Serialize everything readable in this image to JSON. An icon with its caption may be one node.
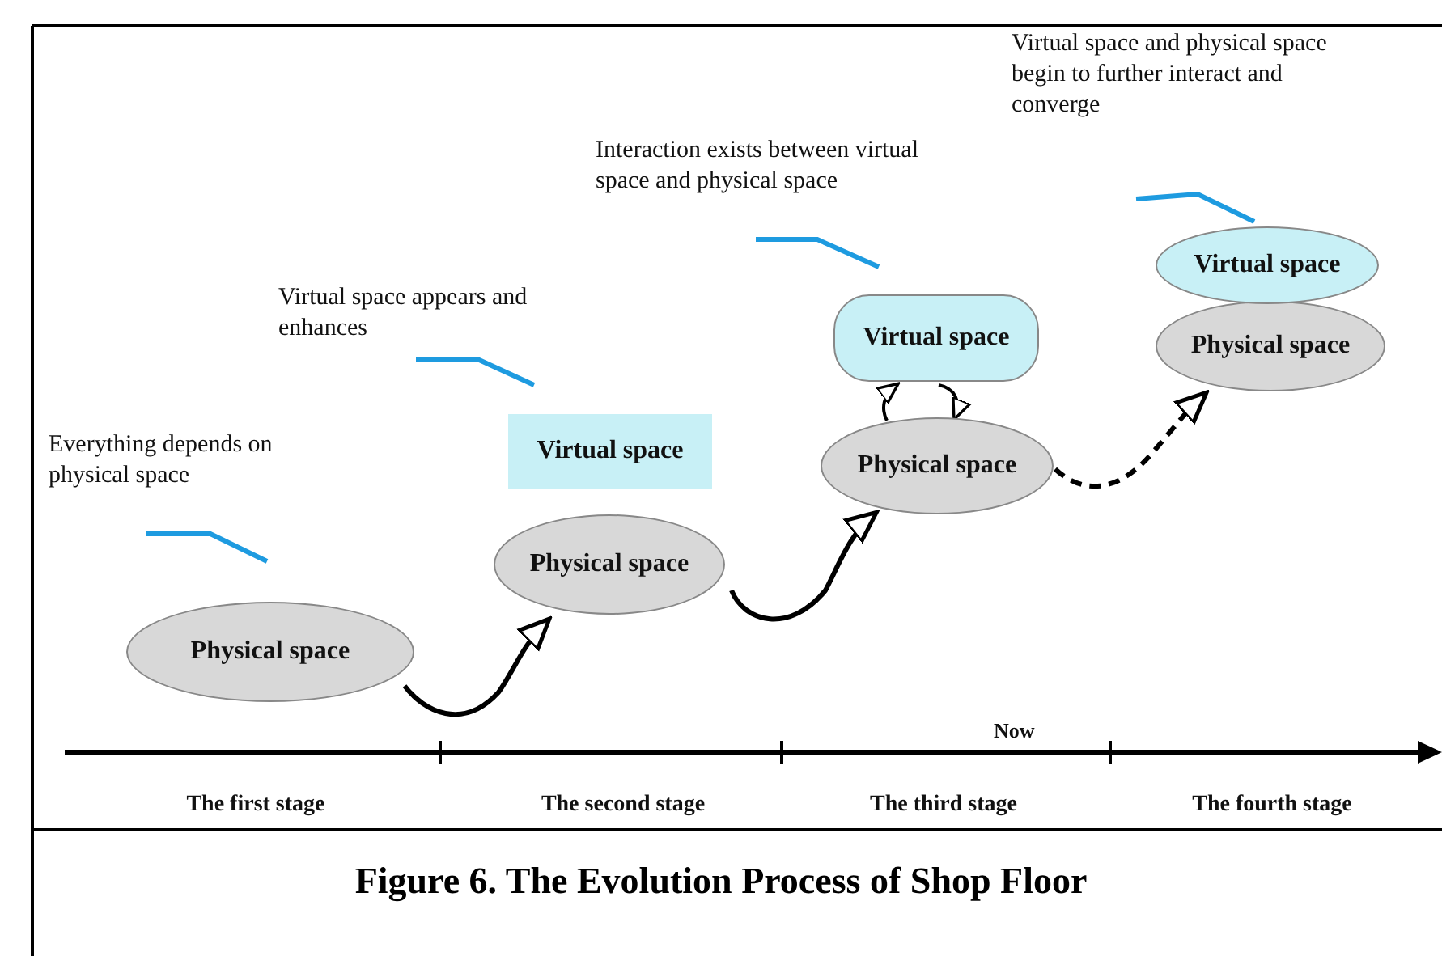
{
  "diagram": {
    "caption": "Figure 6. The Evolution Process of Shop Floor",
    "nodes": [
      {
        "text": [
          "Physical space"
        ]
      },
      {
        "text": [
          "Virtual space"
        ]
      },
      {
        "text": [
          "Physical space"
        ]
      },
      {
        "text": [
          "Virtual space"
        ]
      },
      {
        "text": [
          "Physical space"
        ]
      },
      {
        "text": [
          "Virtual space"
        ]
      },
      {
        "text": [
          "Physical space"
        ]
      }
    ],
    "edges": [
      {
        "from": 0,
        "to": 2,
        "arrow": "to"
      },
      {
        "from": 2,
        "to": 4,
        "arrow": "to"
      },
      {
        "from": 4,
        "to": 6,
        "arrow": "to",
        "style": "dashed"
      },
      {
        "from": 4,
        "to": 3,
        "arrow": "to"
      },
      {
        "from": 3,
        "to": 4,
        "arrow": "to"
      }
    ],
    "labels": [
      "Virtual space and physical space begin to further interact and converge",
      "Interaction exists between virtual space and physical space",
      "Virtual space appears and enhances",
      "Everything depends on physical space",
      "Now",
      "The first stage",
      "The second stage",
      "The third stage",
      "The fourth stage"
    ]
  }
}
